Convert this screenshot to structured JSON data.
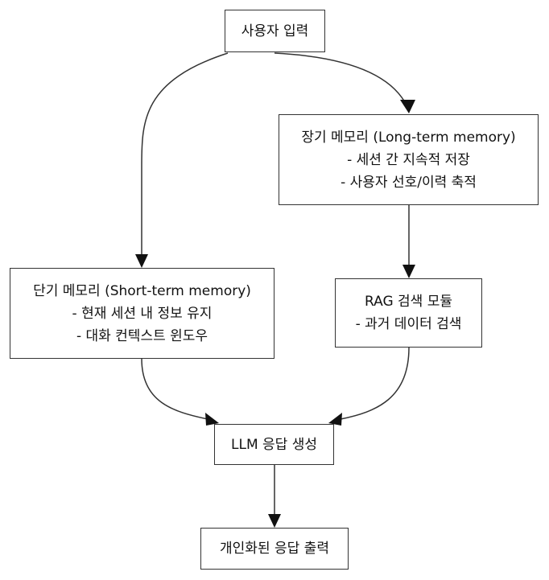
{
  "nodes": {
    "input": {
      "lines": [
        "사용자 입력"
      ]
    },
    "long_term": {
      "lines": [
        "장기 메모리 (Long-term memory)",
        "- 세션 간 지속적 저장",
        "- 사용자 선호/이력 축적"
      ]
    },
    "short_term": {
      "lines": [
        "단기 메모리 (Short-term memory)",
        "- 현재 세션 내 정보 유지",
        "- 대화 컨텍스트 윈도우"
      ]
    },
    "rag": {
      "lines": [
        "RAG 검색 모듈",
        "- 과거 데이터 검색"
      ]
    },
    "llm": {
      "lines": [
        "LLM 응답 생성"
      ]
    },
    "output": {
      "lines": [
        "개인화된 응답 출력"
      ]
    }
  },
  "edges": [
    {
      "from": "사용자 입력",
      "to": "단기 메모리 (Short-term memory)"
    },
    {
      "from": "사용자 입력",
      "to": "장기 메모리 (Long-term memory)"
    },
    {
      "from": "장기 메모리 (Long-term memory)",
      "to": "RAG 검색 모듈"
    },
    {
      "from": "단기 메모리 (Short-term memory)",
      "to": "LLM 응답 생성"
    },
    {
      "from": "RAG 검색 모듈",
      "to": "LLM 응답 생성"
    },
    {
      "from": "LLM 응답 생성",
      "to": "개인화된 응답 출력"
    }
  ],
  "colors": {
    "stroke": "#333333",
    "arrow": "#111111",
    "node_fill": "#ffffff",
    "text": "#111111"
  }
}
